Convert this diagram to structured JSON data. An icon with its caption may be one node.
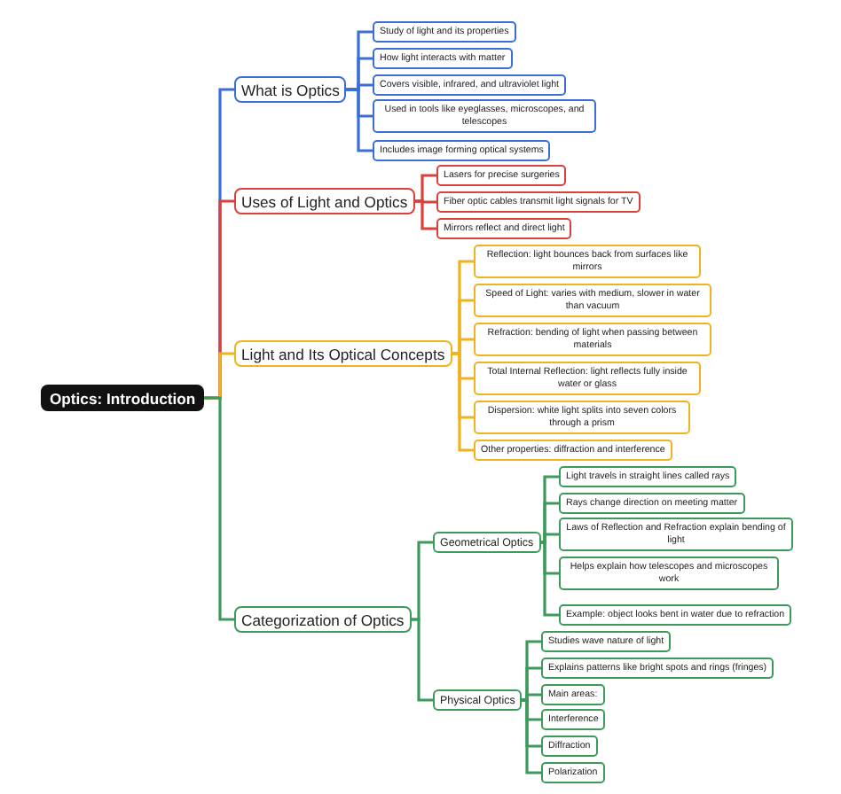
{
  "diagram": {
    "nodes": [
      {
        "text": [
          "Optics: Introduction"
        ]
      },
      {
        "text": [
          "What is Optics"
        ]
      },
      {
        "text": [
          "Study of light and its properties"
        ]
      },
      {
        "text": [
          "How light interacts with matter"
        ]
      },
      {
        "text": [
          "Covers visible, infrared, and ultraviolet light"
        ]
      },
      {
        "text": [
          "Used in tools like eyeglasses, microscopes, and telescopes"
        ]
      },
      {
        "text": [
          "Includes image forming optical systems"
        ]
      },
      {
        "text": [
          "Uses of Light and Optics"
        ]
      },
      {
        "text": [
          "Lasers for precise surgeries"
        ]
      },
      {
        "text": [
          "Fiber optic cables transmit light signals for TV"
        ]
      },
      {
        "text": [
          "Mirrors reflect and direct light"
        ]
      },
      {
        "text": [
          "Light and Its Optical Concepts"
        ]
      },
      {
        "text": [
          "Reflection: light bounces back from surfaces like mirrors"
        ]
      },
      {
        "text": [
          "Speed of Light: varies with medium, slower in water than vacuum"
        ]
      },
      {
        "text": [
          "Refraction: bending of light when passing between materials"
        ]
      },
      {
        "text": [
          "Total Internal Reflection: light reflects fully inside water or glass"
        ]
      },
      {
        "text": [
          "Dispersion: white light splits into seven colors through a prism"
        ]
      },
      {
        "text": [
          "Other properties: diffraction and interference"
        ]
      },
      {
        "text": [
          "Categorization of Optics"
        ]
      },
      {
        "text": [
          "Geometrical Optics"
        ]
      },
      {
        "text": [
          "Light travels in straight lines called rays"
        ]
      },
      {
        "text": [
          "Rays change direction on meeting matter"
        ]
      },
      {
        "text": [
          "Laws of Reflection and Refraction explain bending of light"
        ]
      },
      {
        "text": [
          "Helps explain how telescopes and microscopes work"
        ]
      },
      {
        "text": [
          "Example: object looks bent in water due to refraction"
        ]
      },
      {
        "text": [
          "Physical Optics"
        ]
      },
      {
        "text": [
          "Studies wave nature of light"
        ]
      },
      {
        "text": [
          "Explains patterns like bright spots and rings (fringes)"
        ]
      },
      {
        "text": [
          "Main areas:"
        ]
      },
      {
        "text": [
          "Interference"
        ]
      },
      {
        "text": [
          "Diffraction"
        ]
      },
      {
        "text": [
          "Polarization"
        ]
      }
    ],
    "edges": [
      {
        "from": 0,
        "to": 1,
        "arrow": "none",
        "color": "#3b6fd6"
      },
      {
        "from": 1,
        "to": 2,
        "arrow": "none",
        "color": "#3b6fd6"
      },
      {
        "from": 1,
        "to": 3,
        "arrow": "none",
        "color": "#3b6fd6"
      },
      {
        "from": 1,
        "to": 4,
        "arrow": "none",
        "color": "#3b6fd6"
      },
      {
        "from": 1,
        "to": 5,
        "arrow": "none",
        "color": "#3b6fd6"
      },
      {
        "from": 1,
        "to": 6,
        "arrow": "none",
        "color": "#3b6fd6"
      },
      {
        "from": 0,
        "to": 7,
        "arrow": "none",
        "color": "#d8423b"
      },
      {
        "from": 7,
        "to": 8,
        "arrow": "none",
        "color": "#d8423b"
      },
      {
        "from": 7,
        "to": 9,
        "arrow": "none",
        "color": "#d8423b"
      },
      {
        "from": 7,
        "to": 10,
        "arrow": "none",
        "color": "#d8423b"
      },
      {
        "from": 0,
        "to": 11,
        "arrow": "none",
        "color": "#f1b21f"
      },
      {
        "from": 11,
        "to": 12,
        "arrow": "none",
        "color": "#f1b21f"
      },
      {
        "from": 11,
        "to": 13,
        "arrow": "none",
        "color": "#f1b21f"
      },
      {
        "from": 11,
        "to": 14,
        "arrow": "none",
        "color": "#f1b21f"
      },
      {
        "from": 11,
        "to": 15,
        "arrow": "none",
        "color": "#f1b21f"
      },
      {
        "from": 11,
        "to": 16,
        "arrow": "none",
        "color": "#f1b21f"
      },
      {
        "from": 11,
        "to": 17,
        "arrow": "none",
        "color": "#f1b21f"
      },
      {
        "from": 0,
        "to": 18,
        "arrow": "none"
      },
      {
        "from": 18,
        "to": 19,
        "arrow": "none"
      },
      {
        "from": 19,
        "to": 20,
        "arrow": "none"
      },
      {
        "from": 19,
        "to": 21,
        "arrow": "none"
      },
      {
        "from": 19,
        "to": 22,
        "arrow": "none"
      },
      {
        "from": 19,
        "to": 23,
        "arrow": "none"
      },
      {
        "from": 19,
        "to": 24,
        "arrow": "none"
      },
      {
        "from": 18,
        "to": 25,
        "arrow": "none"
      },
      {
        "from": 25,
        "to": 26,
        "arrow": "none"
      },
      {
        "from": 25,
        "to": 27,
        "arrow": "none"
      },
      {
        "from": 25,
        "to": 28,
        "arrow": "none"
      },
      {
        "from": 25,
        "to": 29,
        "arrow": "none"
      },
      {
        "from": 25,
        "to": 30,
        "arrow": "none"
      },
      {
        "from": 25,
        "to": 31,
        "arrow": "none"
      }
    ]
  }
}
